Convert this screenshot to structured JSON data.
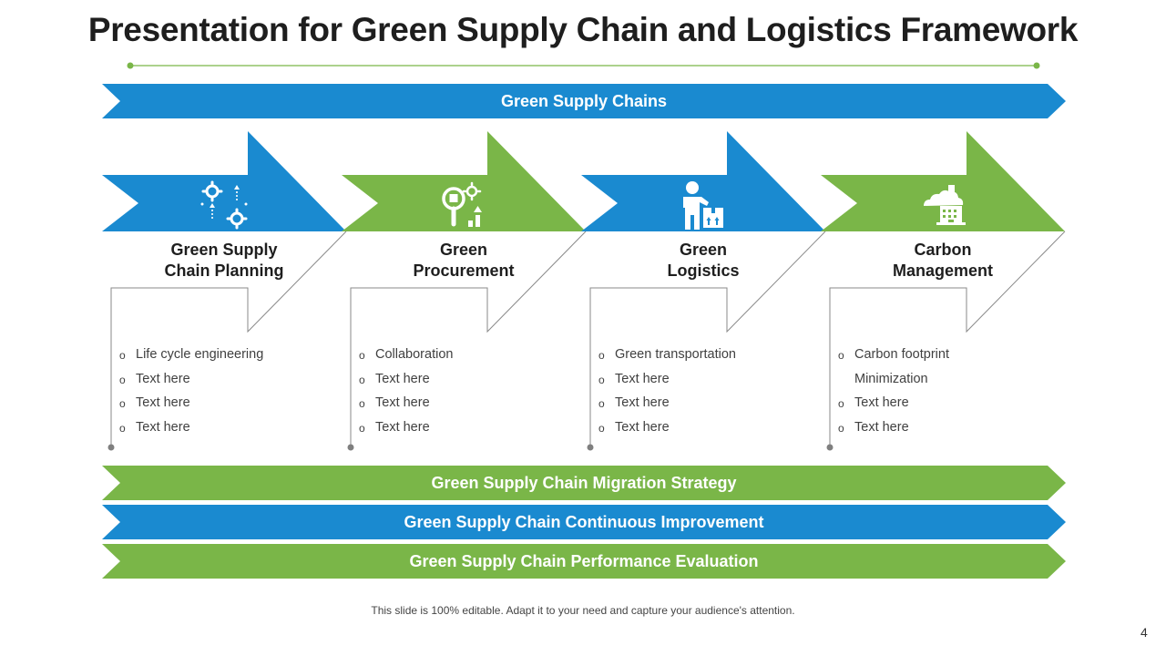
{
  "slide": {
    "title": "Presentation for Green Supply Chain and Logistics Framework",
    "footer": "This slide is 100% editable. Adapt it to your need and capture your audience's attention.",
    "page_number": "4"
  },
  "colors": {
    "blue": "#1a8ad0",
    "green": "#7ab648",
    "text": "#1e1e1e",
    "line": "#8a8a8a"
  },
  "top_banner": {
    "label": "Green Supply Chains",
    "color": "blue"
  },
  "pillars": [
    {
      "title_line1": "Green Supply",
      "title_line2": "Chain Planning",
      "color": "blue",
      "icon": "gears-process-icon",
      "bullets": [
        "Life cycle engineering",
        "Text here",
        "Text here",
        "Text here"
      ]
    },
    {
      "title_line1": "Green",
      "title_line2": "Procurement",
      "color": "green",
      "icon": "magnifier-gear-chart-icon",
      "bullets": [
        "Collaboration",
        "Text here",
        "Text here",
        "Text here"
      ]
    },
    {
      "title_line1": "Green",
      "title_line2": "Logistics",
      "color": "blue",
      "icon": "person-with-box-icon",
      "bullets": [
        "Green transportation",
        "Text here",
        "Text here",
        "Text here"
      ]
    },
    {
      "title_line1": "Carbon",
      "title_line2": "Management",
      "color": "green",
      "icon": "factory-cloud-icon",
      "bullets": [
        "Carbon footprint",
        "Minimization",
        "Text here",
        "Text here"
      ]
    }
  ],
  "bottom_banners": [
    {
      "label": "Green Supply Chain Migration Strategy",
      "color": "green"
    },
    {
      "label": "Green Supply Chain Continuous Improvement",
      "color": "blue"
    },
    {
      "label": "Green Supply Chain Performance Evaluation",
      "color": "green"
    }
  ]
}
